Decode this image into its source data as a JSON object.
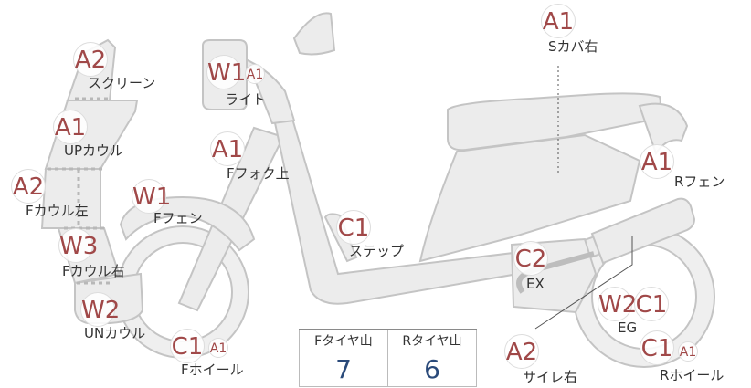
{
  "parts": [
    {
      "id": "screen",
      "label": "スクリーン",
      "grades": [
        "A2"
      ]
    },
    {
      "id": "up-cowl",
      "label": "UPカウル",
      "grades": [
        "A1"
      ]
    },
    {
      "id": "f-cowl-left",
      "label": "Fカウル左",
      "grades": [
        "A2"
      ]
    },
    {
      "id": "f-cowl-right",
      "label": "Fカウル右",
      "grades": [
        "W3"
      ]
    },
    {
      "id": "un-cowl",
      "label": "UNカウル",
      "grades": [
        "W2"
      ]
    },
    {
      "id": "light",
      "label": "ライト",
      "grades": [
        "W1",
        "A1"
      ]
    },
    {
      "id": "f-fork-upper",
      "label": "Fフォク上",
      "grades": [
        "A1"
      ]
    },
    {
      "id": "f-fender",
      "label": "Fフェン",
      "grades": [
        "W1"
      ]
    },
    {
      "id": "f-wheel",
      "label": "Fホイール",
      "grades": [
        "C1",
        "A1"
      ]
    },
    {
      "id": "step",
      "label": "ステップ",
      "grades": [
        "C1"
      ]
    },
    {
      "id": "s-cover-right",
      "label": "Sカバ右",
      "grades": [
        "A1"
      ]
    },
    {
      "id": "r-fender",
      "label": "Rフェン",
      "grades": [
        "A1"
      ]
    },
    {
      "id": "ex",
      "label": "EX",
      "grades": [
        "C2"
      ]
    },
    {
      "id": "eg",
      "label": "EG",
      "grades": [
        "W2",
        "C1"
      ]
    },
    {
      "id": "silencer-right",
      "label": "サイレ右",
      "grades": [
        "A2"
      ]
    },
    {
      "id": "r-wheel",
      "label": "Rホイール",
      "grades": [
        "C1",
        "A1"
      ]
    }
  ],
  "tire_tread": {
    "front_header": "Fタイヤ山",
    "rear_header": "Rタイヤ山",
    "front_value": "7",
    "rear_value": "6"
  },
  "colors": {
    "body_fill": "#ececec",
    "body_stroke": "#c4c4c4",
    "grade_text": "#a04848",
    "tread_value": "#2a4a7a",
    "label_text": "#333333"
  }
}
